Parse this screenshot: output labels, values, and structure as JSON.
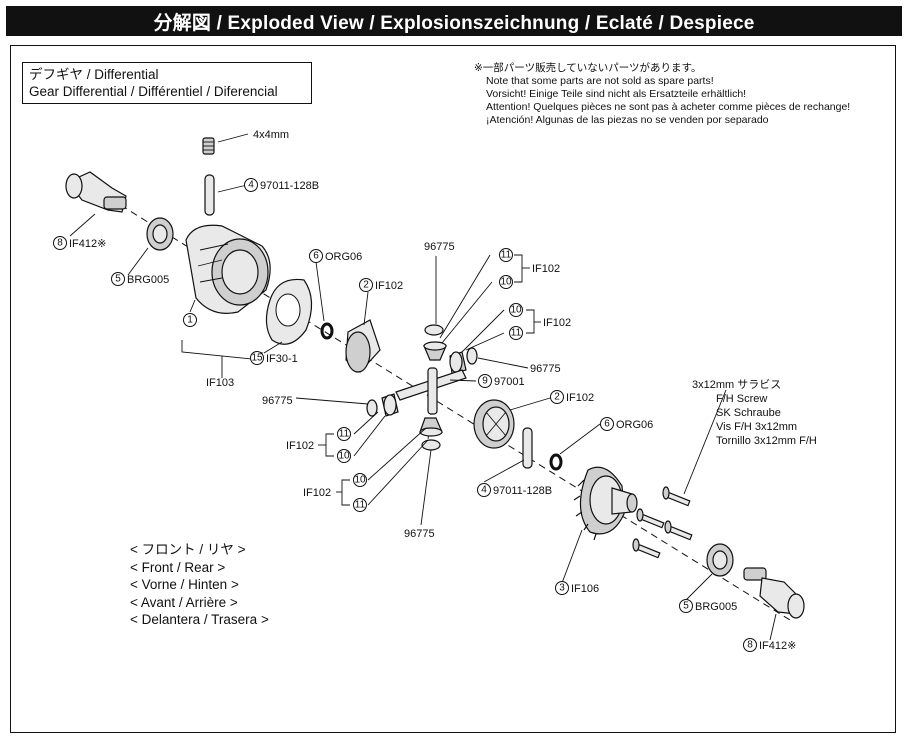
{
  "header": {
    "title": "分解図 / Exploded View / Explosionszeichnung / Eclaté / Despiece"
  },
  "assembly_title": {
    "line1": "デフギヤ / Differential",
    "line2": "Gear Differential / Différentiel / Diferencial"
  },
  "spare_note": {
    "lines": [
      "※一部パーツ販売していないパーツがあります。",
      "Note that some parts are not sold as spare parts!",
      "Vorsicht!  Einige Teile sind nicht als Ersatzteile erhältlich!",
      "Attention!  Quelques pièces ne sont pas à acheter comme pièces de rechange!",
      "¡Atención! Algunas de las piezas no se venden por separado"
    ]
  },
  "direction_legend": {
    "lines": [
      "< フロント / リヤ >",
      "< Front / Rear >",
      "< Vorne / Hinten >",
      "< Avant / Arrière >",
      "< Delantera / Trasera >"
    ]
  },
  "screw_note": {
    "size": "3x12mm サラビス",
    "lines": [
      "F/H Screw",
      "SK Schraube",
      "Vis F/H 3x12mm",
      "Tornillo 3x12mm F/H"
    ]
  },
  "callouts": {
    "set_screw": "4x4mm",
    "pin_top": {
      "n": "4",
      "code": "97011-128B"
    },
    "cup_left": {
      "n": "8",
      "code": "IF412※"
    },
    "bearing_left": {
      "n": "5",
      "code": "BRG005"
    },
    "oring_left": {
      "n": "6",
      "code": "ORG06"
    },
    "gear_left": {
      "n": "2",
      "code": "IF102"
    },
    "case_n": "1",
    "gasket": {
      "n": "15",
      "code": "IF30-1"
    },
    "case_group": "IF103",
    "washer_top_code": "96775",
    "top_pair": {
      "a": "11",
      "b": "10",
      "code": "IF102"
    },
    "right_pair": {
      "a": "10",
      "b": "11",
      "code": "IF102"
    },
    "washer_right_code": "96775",
    "cross_shaft": {
      "n": "9",
      "code": "97001"
    },
    "washer_left_code": "96775",
    "left_pair": {
      "a": "11",
      "b": "10",
      "code": "IF102"
    },
    "gear_right": {
      "n": "2",
      "code": "IF102"
    },
    "oring_right": {
      "n": "6",
      "code": "ORG06"
    },
    "pin_right": {
      "n": "4",
      "code": "97011-128B"
    },
    "bottom_pair": {
      "a": "10",
      "b": "11",
      "code": "IF102"
    },
    "washer_bottom_code": "96775",
    "ring_gear": {
      "n": "3",
      "code": "IF106"
    },
    "bearing_right": {
      "n": "5",
      "code": "BRG005"
    },
    "cup_right": {
      "n": "8",
      "code": "IF412※"
    }
  }
}
